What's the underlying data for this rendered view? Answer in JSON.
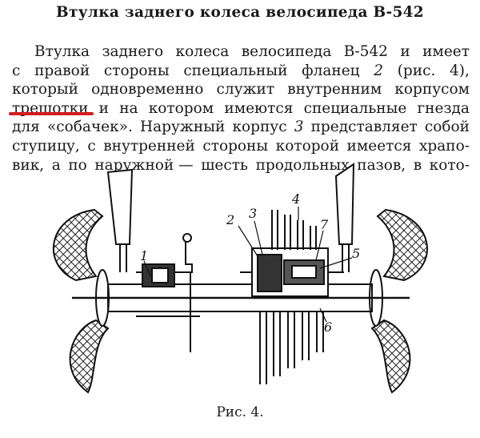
{
  "title": "Втулка заднего колеса велосипеда В-542",
  "paragraph": {
    "line1": [
      "Втулка",
      "заднего",
      "колеса",
      "велосипеда",
      "В-542",
      "и",
      "имеет"
    ],
    "line2": [
      "с",
      "правой",
      "стороны",
      "специальный",
      "фланец",
      "2",
      "(рис.",
      "4),"
    ],
    "line3": [
      "который",
      "одновременно",
      "служит",
      "внутренним",
      "корпусом"
    ],
    "line4": [
      "трещотки",
      "и",
      "на",
      "котором",
      "имеются",
      "специальные",
      "гнезда"
    ],
    "line5": [
      "для",
      "«собачек».",
      "Наружный",
      "корпус",
      "3",
      "представляет",
      "собой"
    ],
    "line6": [
      "ступицу,",
      "с",
      "внутренней",
      "стороны",
      "которой",
      "имеется",
      "храпо-"
    ],
    "line7": [
      "вик,",
      "а",
      "по",
      "наружной —",
      "шесть",
      "продольных",
      "пазов,",
      "в",
      "кото-"
    ]
  },
  "highlight": {
    "underlined_word": "трещотки",
    "color": "#d21e1e"
  },
  "figure": {
    "labels": [
      "1",
      "2",
      "3",
      "4",
      "5",
      "6",
      "7"
    ],
    "caption": "Рис. 4."
  }
}
